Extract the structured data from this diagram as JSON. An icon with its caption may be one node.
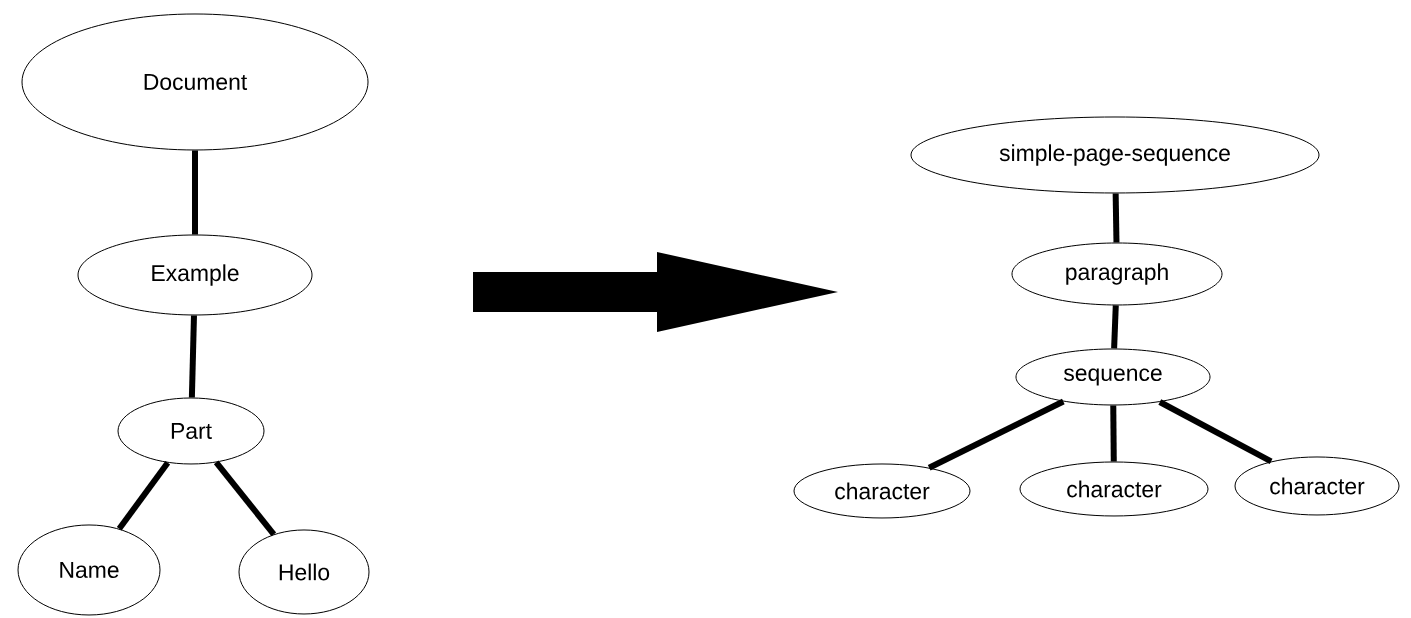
{
  "diagram": {
    "nodes": [
      {
        "text": [
          "Document"
        ]
      },
      {
        "text": [
          "Example"
        ]
      },
      {
        "text": [
          "Part"
        ]
      },
      {
        "text": [
          "Name"
        ]
      },
      {
        "text": [
          "Hello"
        ]
      },
      {
        "text": [
          "simple-page-sequence"
        ]
      },
      {
        "text": [
          "paragraph"
        ]
      },
      {
        "text": [
          "sequence"
        ]
      },
      {
        "text": [
          "character"
        ]
      },
      {
        "text": [
          "character"
        ]
      },
      {
        "text": [
          "character"
        ]
      }
    ],
    "edges": [
      {
        "from": 0,
        "to": 1,
        "arrow": "none"
      },
      {
        "from": 1,
        "to": 2,
        "arrow": "none"
      },
      {
        "from": 2,
        "to": 3,
        "arrow": "none"
      },
      {
        "from": 2,
        "to": 4,
        "arrow": "none"
      },
      {
        "from": 5,
        "to": 6,
        "arrow": "none"
      },
      {
        "from": 6,
        "to": 7,
        "arrow": "none"
      },
      {
        "from": 7,
        "to": 8,
        "arrow": "none"
      },
      {
        "from": 7,
        "to": 9,
        "arrow": "none"
      },
      {
        "from": 7,
        "to": 10,
        "arrow": "none"
      }
    ]
  }
}
